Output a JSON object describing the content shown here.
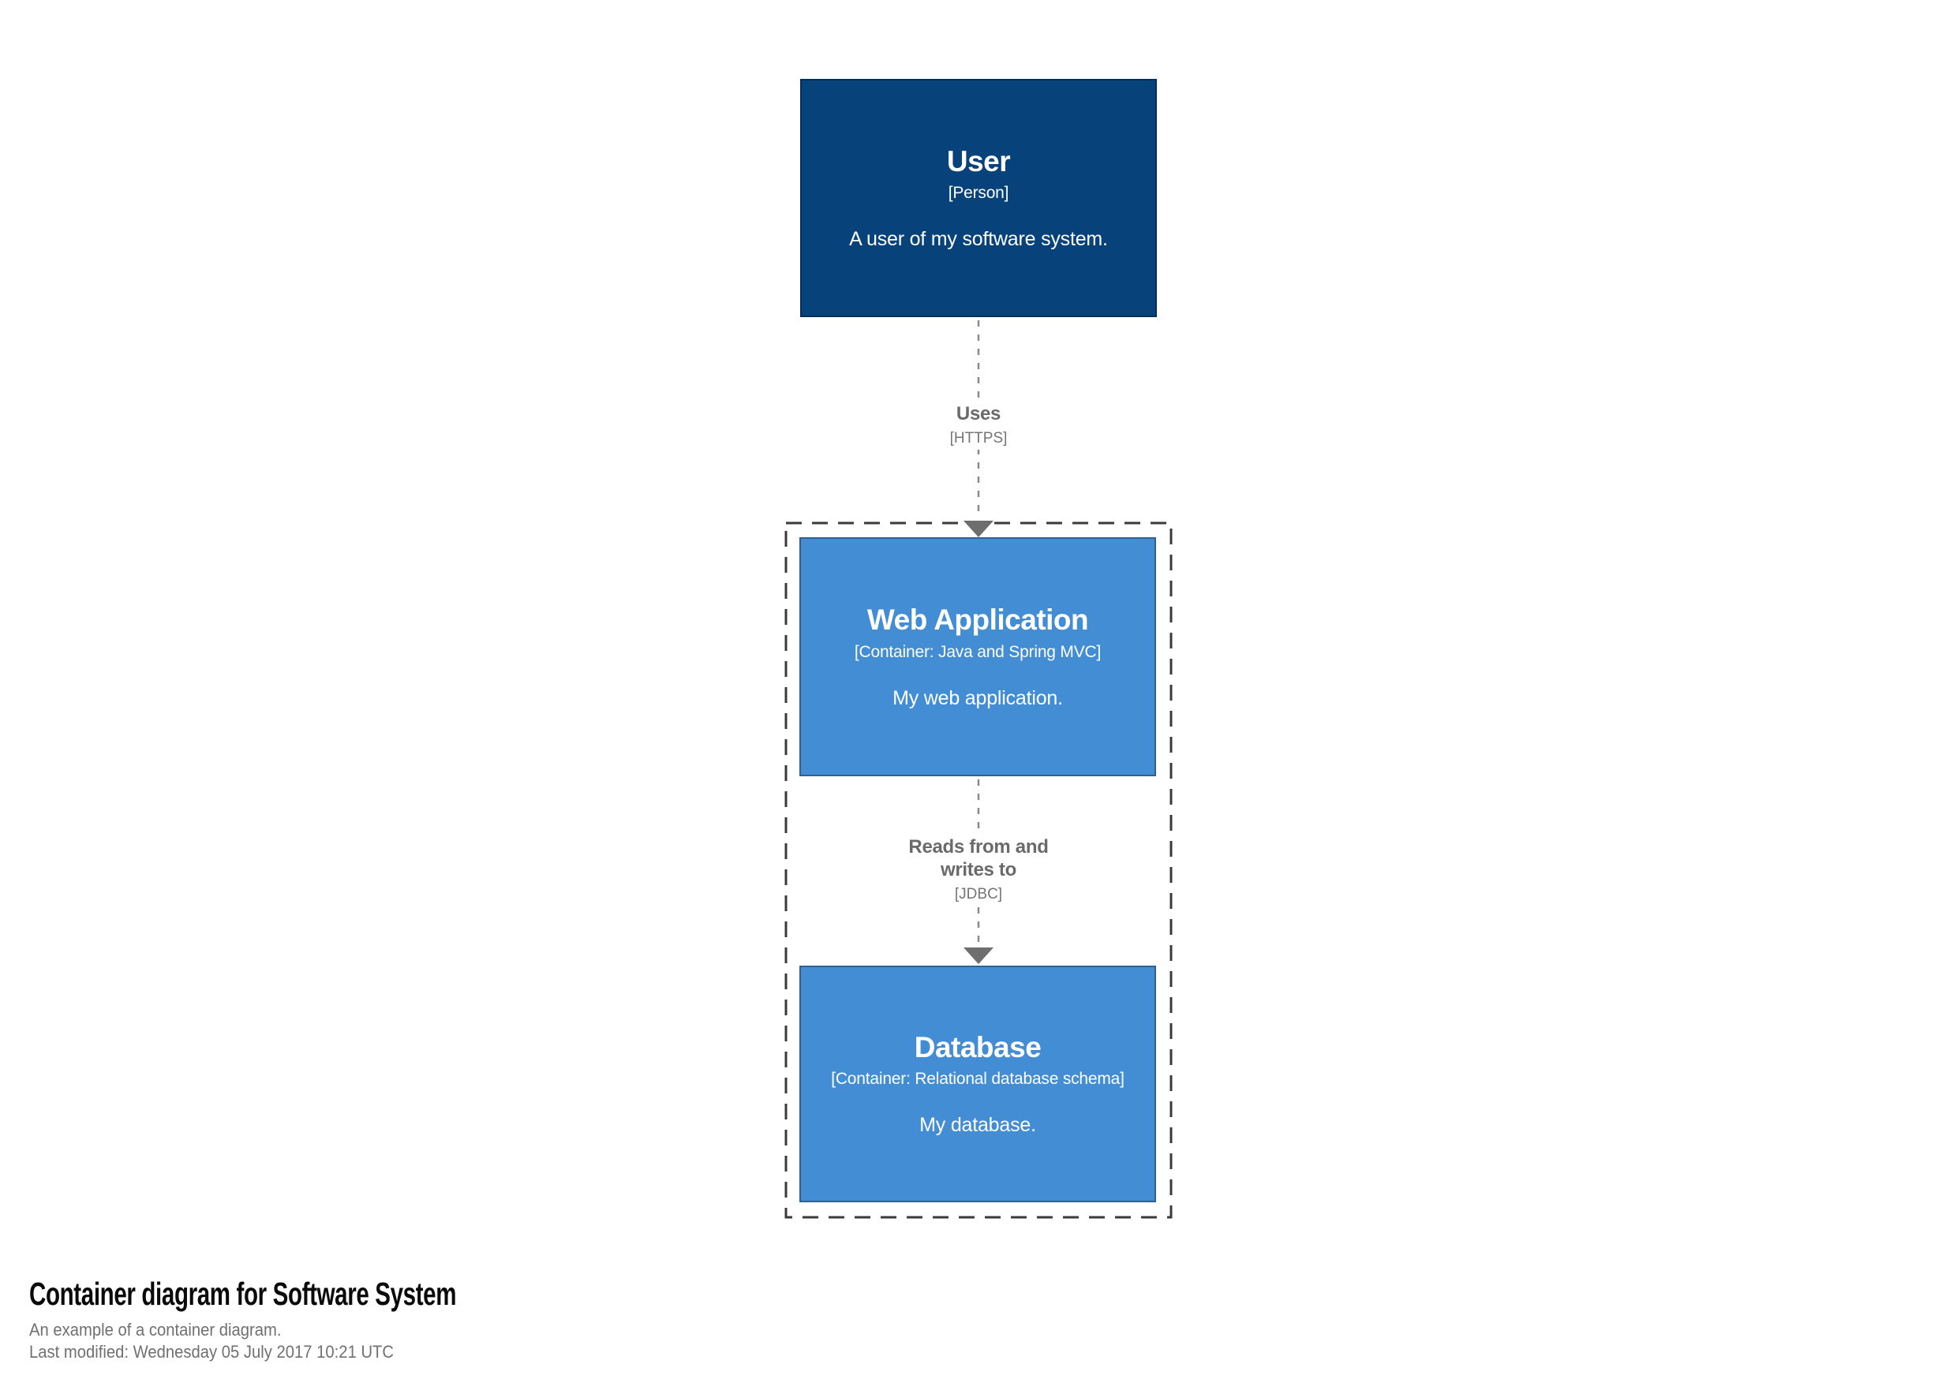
{
  "diagram": {
    "nodes": {
      "user": {
        "name": "User",
        "meta": "[Person]",
        "description": "A user of my software system."
      },
      "web_application": {
        "name": "Web Application",
        "meta": "[Container: Java and Spring MVC]",
        "description": "My web application."
      },
      "database": {
        "name": "Database",
        "meta": "[Container: Relational database schema]",
        "description": "My database."
      }
    },
    "relationships": {
      "uses": {
        "name": "Uses",
        "technology": "[HTTPS]"
      },
      "reads_writes": {
        "name": "Reads from and writes to",
        "technology": "[JDBC]"
      }
    },
    "colors": {
      "person_fill": "#08427b",
      "person_border": "#052e56",
      "container_fill": "#438dd5",
      "container_border": "#2e6295",
      "boundary_stroke": "#3a3a3a",
      "relationship_line": "#8a8a8a",
      "relationship_text": "#6a6a6a",
      "footer_title_color": "#0a0a0a",
      "footer_sub_color": "#707070"
    }
  },
  "footer": {
    "title": "Container diagram for Software System",
    "description": "An example of a container diagram.",
    "last_modified": "Last modified: Wednesday 05 July 2017 10:21 UTC"
  }
}
